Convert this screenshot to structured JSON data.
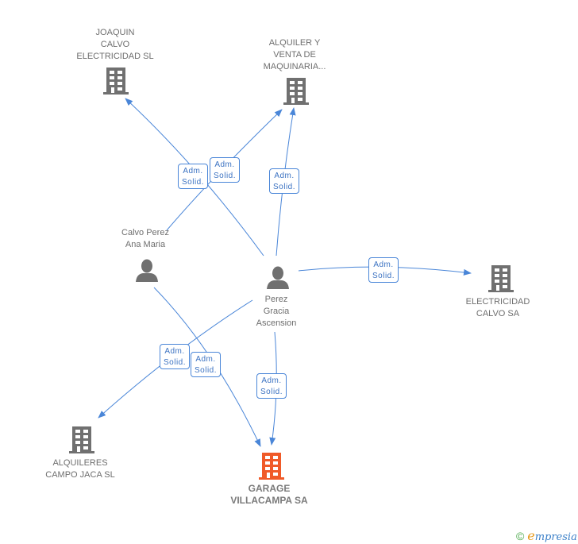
{
  "nodes": {
    "joaquin": {
      "label": "JOAQUIN\nCALVO\nELECTRICIDAD SL",
      "type": "company"
    },
    "alquiler_venta": {
      "label": "ALQUILER Y\nVENTA DE\nMAQUINARIA...",
      "type": "company"
    },
    "calvo_perez": {
      "label": "Calvo Perez\nAna Maria",
      "type": "person"
    },
    "perez_gracia": {
      "label": "Perez\nGracia\nAscension",
      "type": "person"
    },
    "electricidad_calvo": {
      "label": "ELECTRICIDAD\nCALVO SA",
      "type": "company"
    },
    "alquileres_campo": {
      "label": "ALQUILERES\nCAMPO JACA SL",
      "type": "company"
    },
    "garage": {
      "label": "GARAGE\nVILLACAMPA SA",
      "type": "company-main"
    }
  },
  "edges": [
    {
      "from": "calvo_perez",
      "to": "alquiler_venta",
      "label_line1": "Adm.",
      "label_line2": "Solid."
    },
    {
      "from": "perez_gracia",
      "to": "joaquin",
      "label_line1": "Adm.",
      "label_line2": "Solid."
    },
    {
      "from": "perez_gracia",
      "to": "alquiler_venta",
      "label_line1": "Adm.",
      "label_line2": "Solid."
    },
    {
      "from": "perez_gracia",
      "to": "electricidad_calvo",
      "label_line1": "Adm.",
      "label_line2": "Solid."
    },
    {
      "from": "perez_gracia",
      "to": "alquileres_campo",
      "label_line1": "Adm.",
      "label_line2": "Solid."
    },
    {
      "from": "calvo_perez",
      "to": "garage",
      "label_line1": "Adm.",
      "label_line2": "Solid."
    },
    {
      "from": "perez_gracia",
      "to": "garage",
      "label_line1": "Adm.",
      "label_line2": "Solid."
    }
  ],
  "colors": {
    "edge": "#4a86d8",
    "icon": "#707070",
    "main_icon": "#f05a28"
  },
  "footer": {
    "copyright": "©",
    "brand": "mpresia",
    "brand_initial": "e"
  }
}
